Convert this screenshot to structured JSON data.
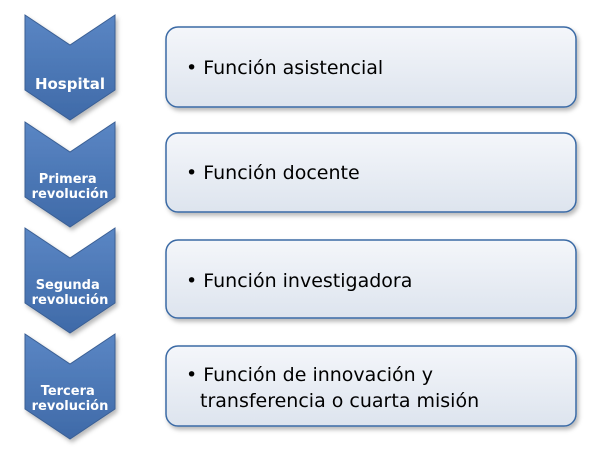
{
  "colors": {
    "chevron_fill_top": "#5a86c4",
    "chevron_fill_bottom": "#3f6aa8",
    "chevron_stroke": "#3a5f94",
    "box_fill_top": "#f4f6fa",
    "box_fill_bottom": "#dde4ee",
    "box_stroke": "#3b6ba5",
    "text": "#000000",
    "chevron_text": "#ffffff"
  },
  "stages": [
    {
      "label_lines": [
        "Hospital"
      ],
      "items": [
        [
          "Función asistencial"
        ]
      ]
    },
    {
      "label_lines": [
        "Primera",
        "revolución"
      ],
      "items": [
        [
          "Función docente"
        ]
      ]
    },
    {
      "label_lines": [
        "Segunda",
        "revolución"
      ],
      "items": [
        [
          "Función investigadora"
        ]
      ]
    },
    {
      "label_lines": [
        "Tercera",
        "revolución"
      ],
      "items": [
        [
          "Función de innovación y",
          "transferencia o cuarta misión"
        ]
      ]
    }
  ]
}
